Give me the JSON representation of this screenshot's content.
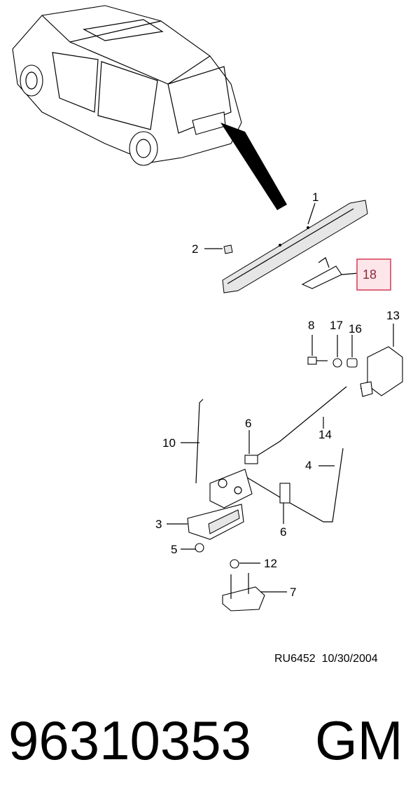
{
  "diagram": {
    "callouts": [
      "1",
      "2",
      "18",
      "8",
      "17",
      "16",
      "13",
      "6",
      "10",
      "14",
      "4",
      "3",
      "6",
      "5",
      "12",
      "7"
    ],
    "highlighted_callout": "18",
    "highlight_color": "#d9455f",
    "drawing_code": "RU6452  10/30/2004"
  },
  "part": {
    "number": "96310353",
    "brand": "GM"
  }
}
